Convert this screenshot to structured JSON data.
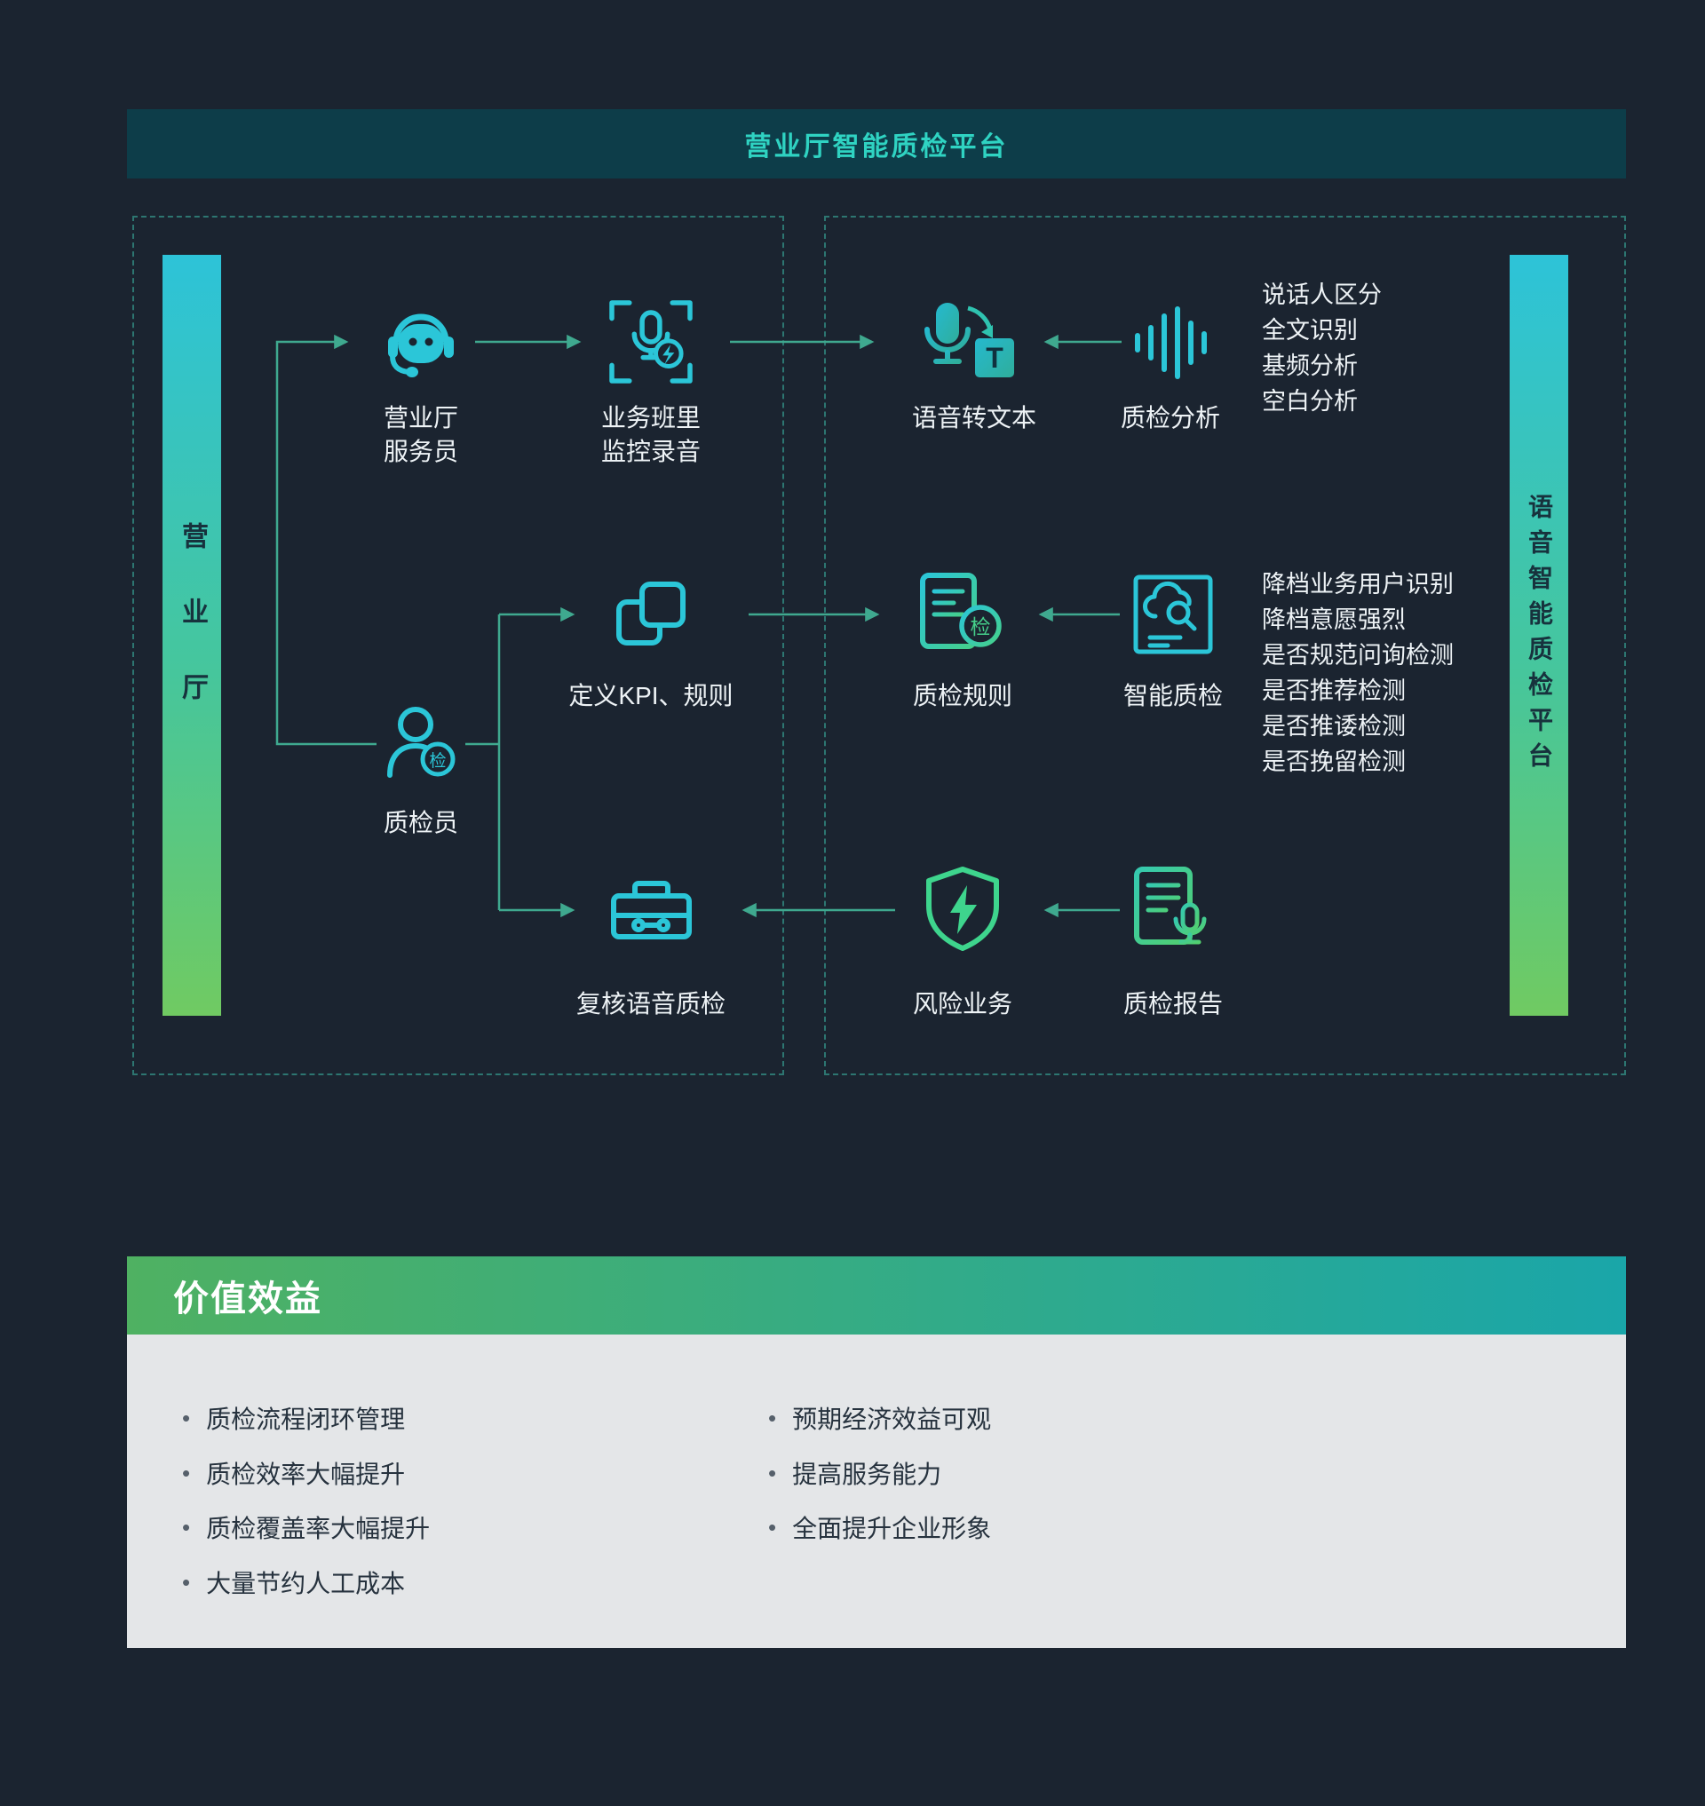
{
  "header": {
    "title": "营业厅智能质检平台"
  },
  "zones": {
    "left_label": "营业厅",
    "right_label": "语音智能质检平台"
  },
  "nodes": {
    "agent": {
      "line1": "营业厅",
      "line2": "服务员"
    },
    "monitor": {
      "line1": "业务班里",
      "line2": "监控录音"
    },
    "speech_to_text": {
      "label": "语音转文本",
      "glyph": "T"
    },
    "qc_analysis": {
      "label": "质检分析"
    },
    "kpi_rules": {
      "label": "定义KPI、规则"
    },
    "qc_rule": {
      "label": "质检规则",
      "badge": "检"
    },
    "smart_qc": {
      "label": "智能质检"
    },
    "inspector": {
      "label": "质检员",
      "badge": "检"
    },
    "review": {
      "label": "复核语音质检"
    },
    "risk": {
      "label": "风险业务"
    },
    "report": {
      "label": "质检报告"
    }
  },
  "qc_analysis_items": [
    "说话人区分",
    "全文识别",
    "基频分析",
    "空白分析"
  ],
  "smart_qc_items": [
    "降档业务用户识别",
    "降档意愿强烈",
    "是否规范问询检测",
    "是否推荐检测",
    "是否推诿检测",
    "是否挽留检测"
  ],
  "benefits": {
    "title": "价值效益",
    "left": [
      "质检流程闭环管理",
      "质检效率大幅提升",
      "质检覆盖率大幅提升",
      "大量节约人工成本"
    ],
    "right": [
      "预期经济效益可观",
      "提高服务能力",
      "全面提升企业形象"
    ]
  },
  "colors": {
    "background": "#1b2430",
    "cyan": "#2bc6d8",
    "green": "#3ed58d",
    "title_teal": "#2fd3c2",
    "arrow": "#3fa98f",
    "panel_gray": "#e4e6e8"
  }
}
